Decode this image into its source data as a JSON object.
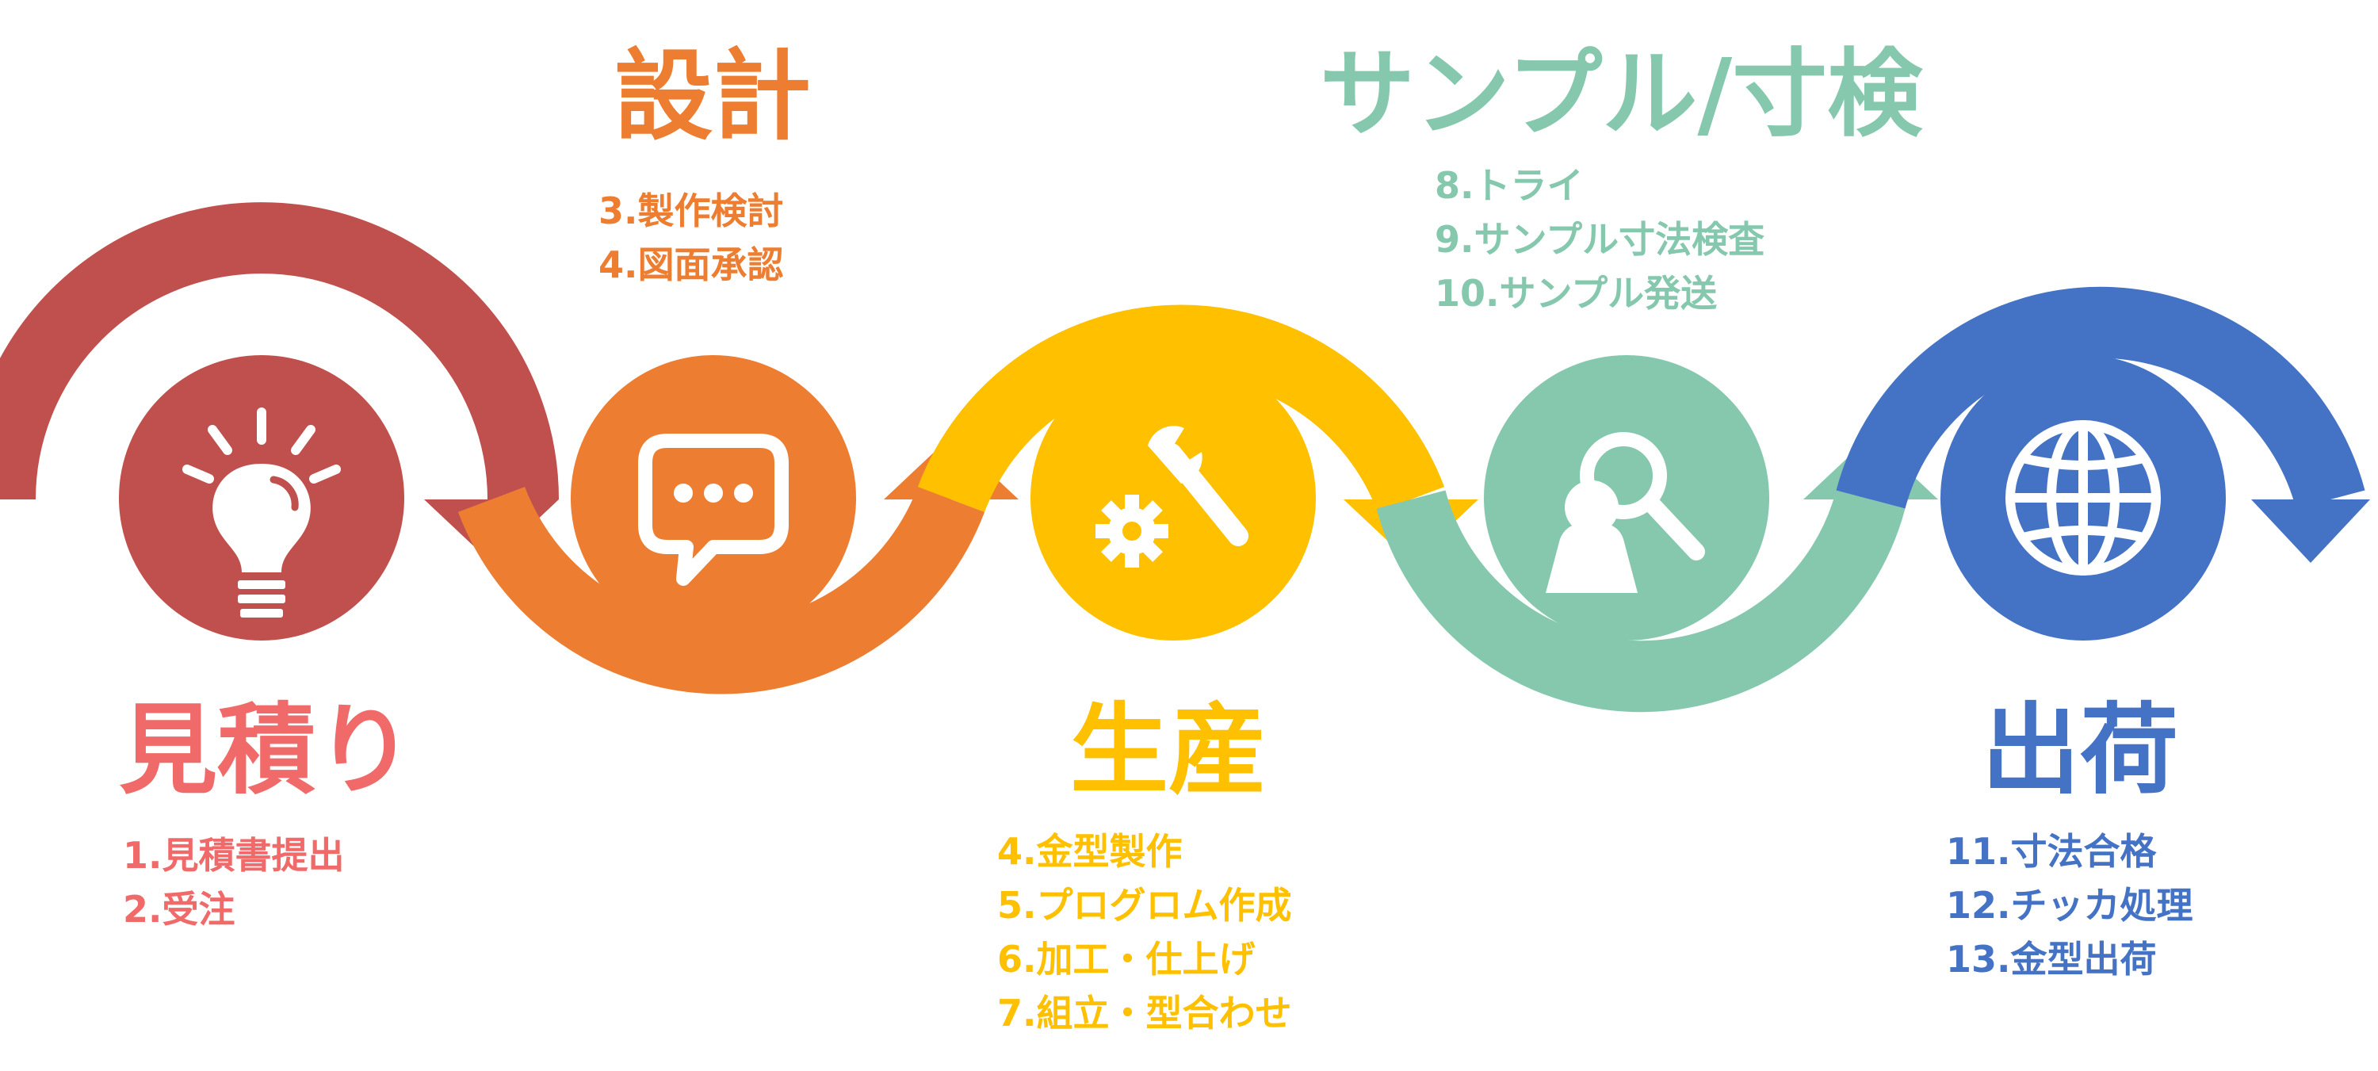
{
  "colors": {
    "mitsumori": "#c0504d",
    "mitsumori_text": "#f06a6a",
    "sekkei": "#ed7d31",
    "seisan": "#ffc000",
    "sample": "#86c8ad",
    "shukka": "#4472c4"
  },
  "stages": [
    {
      "id": "mitsumori",
      "title": "見積り",
      "icon": "lightbulb-icon",
      "steps": [
        "1.見積書提出",
        "2.受注"
      ]
    },
    {
      "id": "sekkei",
      "title": "設計",
      "icon": "chat-bubble-icon",
      "steps": [
        "3.製作検討",
        "4.図面承認"
      ]
    },
    {
      "id": "seisan",
      "title": "生産",
      "icon": "wrench-gear-icon",
      "steps": [
        "4.金型製作",
        "5.プログロム作成",
        "6.加工・仕上げ",
        "7.組立・型合わせ"
      ]
    },
    {
      "id": "sample",
      "title": "サンプル/寸検",
      "icon": "person-magnifier-icon",
      "steps": [
        "8.トライ",
        "9.サンプル寸法検査",
        "10.サンプル発送"
      ]
    },
    {
      "id": "shukka",
      "title": "出荷",
      "icon": "globe-icon",
      "steps": [
        "11.寸法合格",
        "12.チッカ処理",
        "13.金型出荷"
      ]
    }
  ]
}
